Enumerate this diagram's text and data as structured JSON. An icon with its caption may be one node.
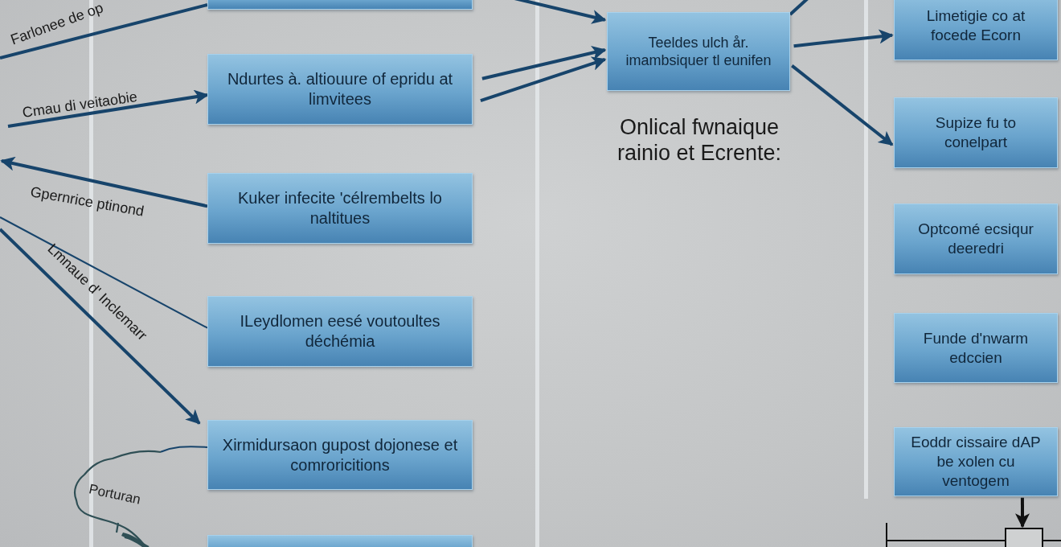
{
  "diagram": {
    "nodes": [
      {
        "text": [],
        "shape": "box"
      },
      {
        "text": [
          "Ndurtes à. altiouure of epridu at limvitees"
        ]
      },
      {
        "text": [
          "Kuker infecite 'célrembelts lo naltitues"
        ]
      },
      {
        "text": [
          "ILeydlomen eesé voutoultes déchémia"
        ]
      },
      {
        "text": [
          "Xirmidursaon gupost dojonese et comroricitions"
        ]
      },
      {
        "text": [],
        "shape": "box"
      },
      {
        "text": [
          "Teeldes ulch år. imambsiquer tl eunifen"
        ]
      },
      {
        "text": [
          "Limetigie co at focede Ecorn"
        ]
      },
      {
        "text": [
          "Supize fu to conelpart"
        ]
      },
      {
        "text": [
          "Optcomé ecsiqur deeredri"
        ]
      },
      {
        "text": [
          "Funde d'nwarm edccien"
        ]
      },
      {
        "text": [
          "Eoddr cissaire dAP be xolen cu ventogem"
        ]
      },
      {
        "text": [
          "Porturan"
        ]
      },
      {
        "text": [],
        "shape": "box"
      }
    ],
    "edges": [
      {
        "from": null,
        "to": 0,
        "arrow": "none",
        "label": "Farlonee de op"
      },
      {
        "from": null,
        "to": 1,
        "arrow": "to",
        "label": "Cmau di veitaobie"
      },
      {
        "from": 2,
        "to": null,
        "arrow": "to",
        "label": "Gpernrice ptinond"
      },
      {
        "from": 3,
        "to": null,
        "arrow": "none"
      },
      {
        "from": null,
        "to": 4,
        "arrow": "to",
        "label": "Lmnaue d' Inclemarr"
      },
      {
        "from": 4,
        "to": 12,
        "arrow": "none"
      },
      {
        "from": null,
        "to": 6,
        "arrow": "to"
      },
      {
        "from": 1,
        "to": 6,
        "arrow": "to"
      },
      {
        "from": 1,
        "to": 6,
        "arrow": "to"
      },
      {
        "from": 6,
        "to": null,
        "arrow": "none"
      },
      {
        "from": 6,
        "to": 7,
        "arrow": "to"
      },
      {
        "from": 6,
        "to": 8,
        "arrow": "to"
      },
      {
        "from": 11,
        "to": 13,
        "arrow": "to",
        "color": "#111111"
      }
    ],
    "labels": [
      "Onlical fwnaique rainio et Ecrente:"
    ]
  }
}
